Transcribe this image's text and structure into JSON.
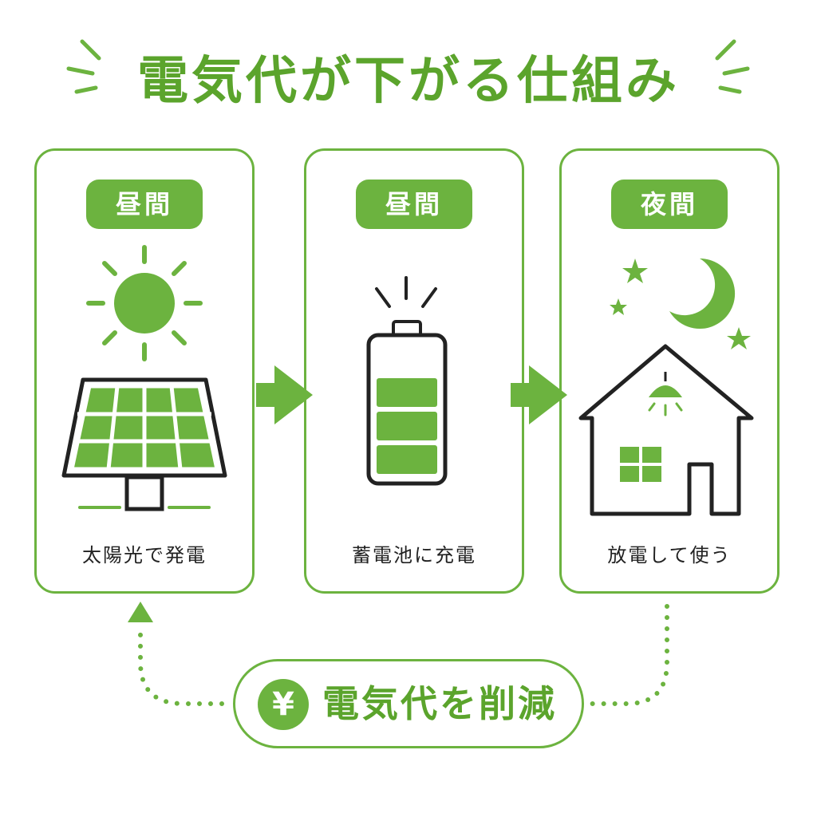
{
  "colors": {
    "accent": "#6cb33f",
    "title_green": "#5ba42c",
    "outline": "#222222"
  },
  "title": "電気代が下がる仕組み",
  "steps": [
    {
      "time_label": "昼間",
      "caption": "太陽光で発電",
      "icon": "solar-panel-icon"
    },
    {
      "time_label": "昼間",
      "caption": "蓄電池に充電",
      "icon": "battery-icon"
    },
    {
      "time_label": "夜間",
      "caption": "放電して使う",
      "icon": "house-icon"
    }
  ],
  "result": {
    "symbol": "¥",
    "label": "電気代を削減"
  }
}
